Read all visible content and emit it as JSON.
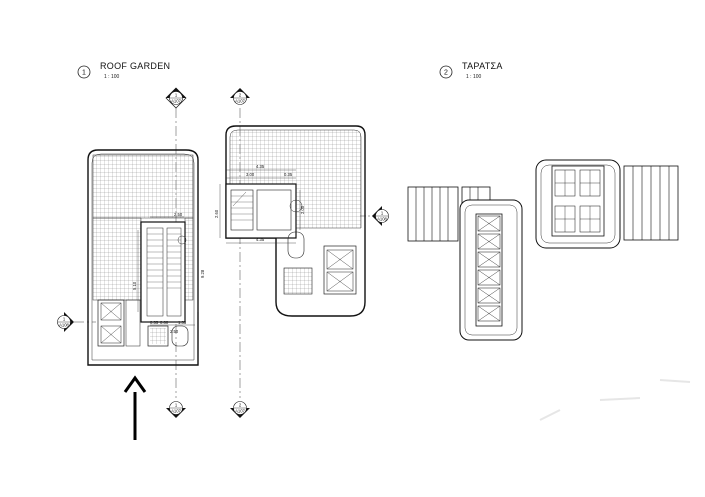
{
  "views": [
    {
      "number": "1",
      "title": "ROOF GARDEN",
      "scale": "1 : 100"
    },
    {
      "number": "2",
      "title": "ΤΑΡΑΤΣΑ",
      "scale": "1 : 100"
    }
  ],
  "section_markers": {
    "top": [
      {
        "num": "1",
        "ref": "A107"
      },
      {
        "num": "2",
        "ref": "A107"
      }
    ],
    "bottom": [
      {
        "num": "1",
        "ref": "A107"
      },
      {
        "num": "2",
        "ref": "A107"
      }
    ],
    "left": {
      "num": "1",
      "ref": "A108"
    },
    "right": {
      "num": "1",
      "ref": "A108"
    }
  },
  "dimensions": {
    "d1": "4.35",
    "d2": "3.00",
    "d3": "0.35",
    "d4": "2.60",
    "d5": "2.00",
    "d6": "4.35",
    "d7": "2.50",
    "d8": "9.28",
    "d9": "5.10",
    "d10": "0.55",
    "d11": "0.60",
    "d12": "1.35",
    "d13": "2.50"
  },
  "north_arrow": "north-arrow-icon"
}
